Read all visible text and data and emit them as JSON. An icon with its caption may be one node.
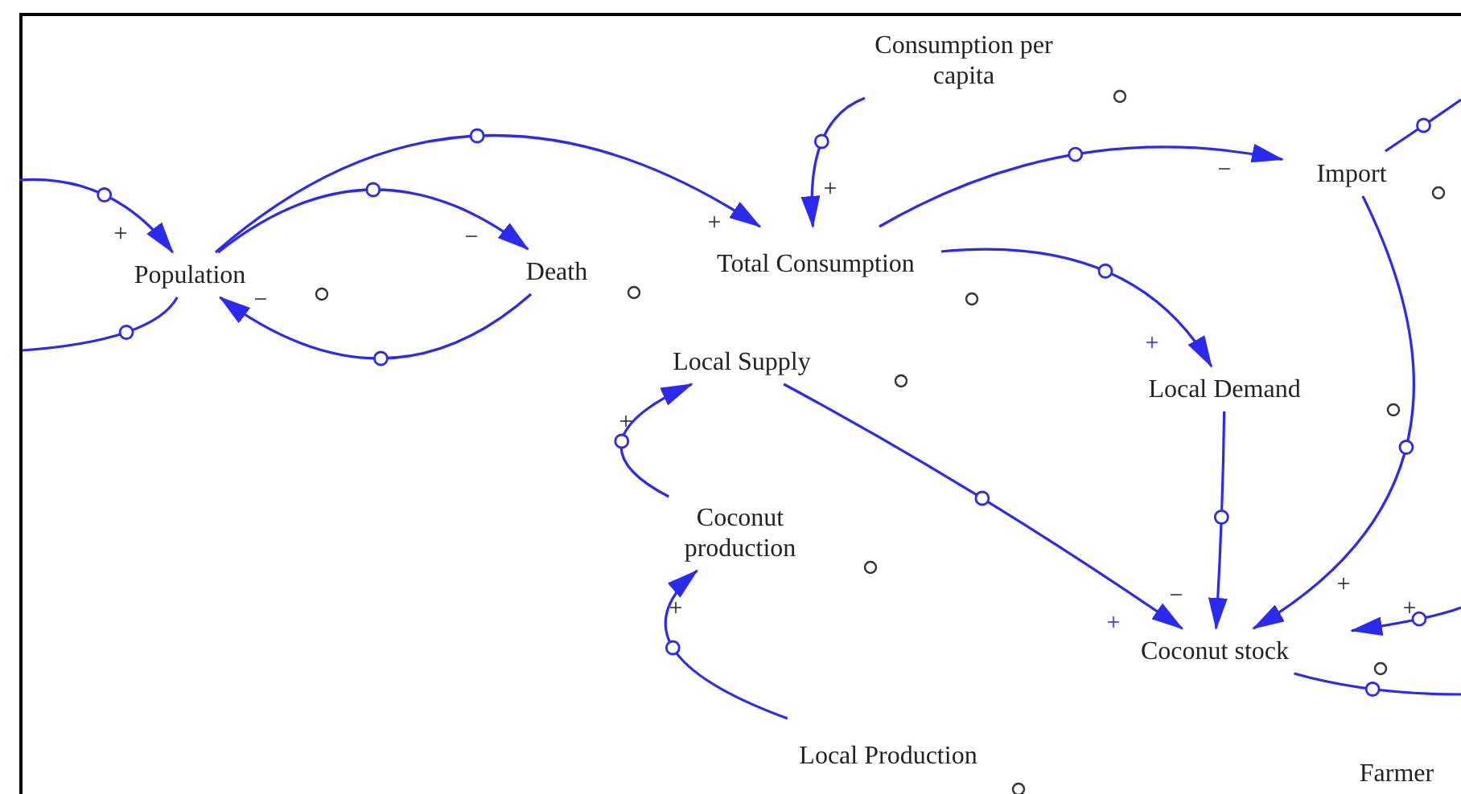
{
  "diagram": {
    "nodes": [
      {
        "text": [
          "Population"
        ]
      },
      {
        "text": [
          "Death"
        ]
      },
      {
        "text": [
          "Consumption per capita"
        ]
      },
      {
        "text": [
          "Total Consumption"
        ]
      },
      {
        "text": [
          "Import"
        ]
      },
      {
        "text": [
          "Local Supply"
        ]
      },
      {
        "text": [
          "Local Demand"
        ]
      },
      {
        "text": [
          "Coconut production"
        ]
      },
      {
        "text": [
          "Coconut stock"
        ]
      },
      {
        "text": [
          "Local Production"
        ]
      },
      {
        "text": [
          "Farmer"
        ]
      }
    ],
    "edges": [
      {
        "from": null,
        "to": 0,
        "arrow": "to",
        "label": "+"
      },
      {
        "from": 0,
        "to": null,
        "arrow": "none"
      },
      {
        "from": 0,
        "to": 1,
        "arrow": "to",
        "label": "−"
      },
      {
        "from": 1,
        "to": 0,
        "arrow": "to",
        "label": "−"
      },
      {
        "from": 0,
        "to": 3,
        "arrow": "to",
        "label": "+"
      },
      {
        "from": 2,
        "to": 3,
        "arrow": "to",
        "label": "+"
      },
      {
        "from": 3,
        "to": 4,
        "arrow": "to",
        "label": "−"
      },
      {
        "from": 3,
        "to": 6,
        "arrow": "to",
        "label": "+"
      },
      {
        "from": 5,
        "to": 8,
        "arrow": "to",
        "label": "+"
      },
      {
        "from": 6,
        "to": 8,
        "arrow": "to",
        "label": "−"
      },
      {
        "from": 7,
        "to": 5,
        "arrow": "to",
        "label": "+"
      },
      {
        "from": 9,
        "to": 7,
        "arrow": "to",
        "label": "+"
      },
      {
        "from": 4,
        "to": 8,
        "arrow": "to",
        "label": "+"
      },
      {
        "from": null,
        "to": 8,
        "arrow": "to",
        "label": "+"
      },
      {
        "from": 8,
        "to": null,
        "arrow": "none"
      },
      {
        "from": 4,
        "to": null,
        "arrow": "none"
      }
    ]
  }
}
